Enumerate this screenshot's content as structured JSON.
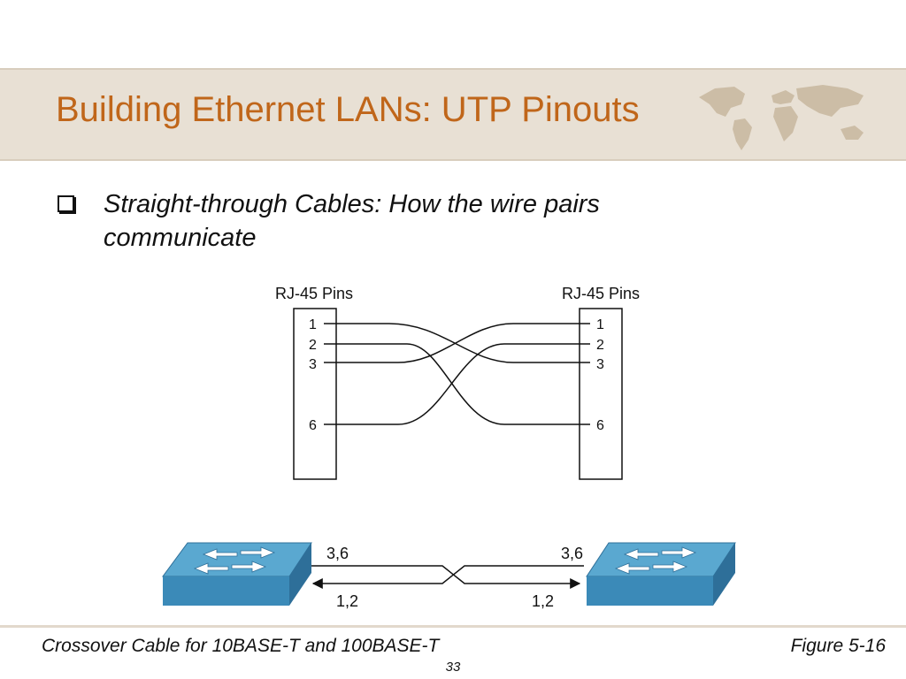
{
  "slide": {
    "title": "Building Ethernet LANs: UTP Pinouts",
    "bullet_text": "Straight-through Cables: How the wire pairs communicate",
    "page_number": "33"
  },
  "pinout": {
    "left_label": "RJ-45 Pins",
    "right_label": "RJ-45 Pins",
    "left_pins": [
      "1",
      "2",
      "3",
      "6"
    ],
    "right_pins": [
      "1",
      "2",
      "3",
      "6"
    ]
  },
  "crossover": {
    "top_left_label": "3,6",
    "top_right_label": "3,6",
    "bottom_left_label": "1,2",
    "bottom_right_label": "1,2"
  },
  "caption": {
    "left": "Crossover Cable for 10BASE-T and 100BASE-T",
    "right": "Figure 5-16"
  },
  "colors": {
    "title": "#c0661a",
    "band": "#e8e0d4",
    "switch_top": "#5aa8d0",
    "switch_side": "#2e6f99"
  }
}
